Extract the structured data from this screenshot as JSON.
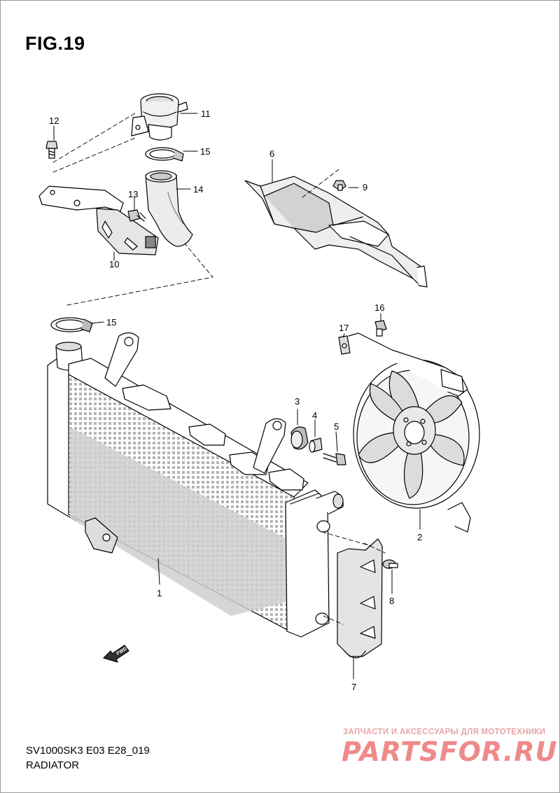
{
  "figure": {
    "title": "FIG.19"
  },
  "footer": {
    "model_code": "SV1000SK3  E03  E28_019",
    "section_title": "RADIATOR"
  },
  "fwd_arrow": {
    "label": "FWD"
  },
  "watermark": {
    "tagline": "ЗАПЧАСТИ И АКСЕССУАРЫ ДЛЯ МОТОТЕХНИКИ",
    "logo": "PARTSFOR.RU"
  },
  "callouts": [
    "1",
    "2",
    "3",
    "4",
    "5",
    "6",
    "7",
    "8",
    "9",
    "10",
    "11",
    "12",
    "13",
    "14",
    "15",
    "15",
    "16",
    "17"
  ]
}
